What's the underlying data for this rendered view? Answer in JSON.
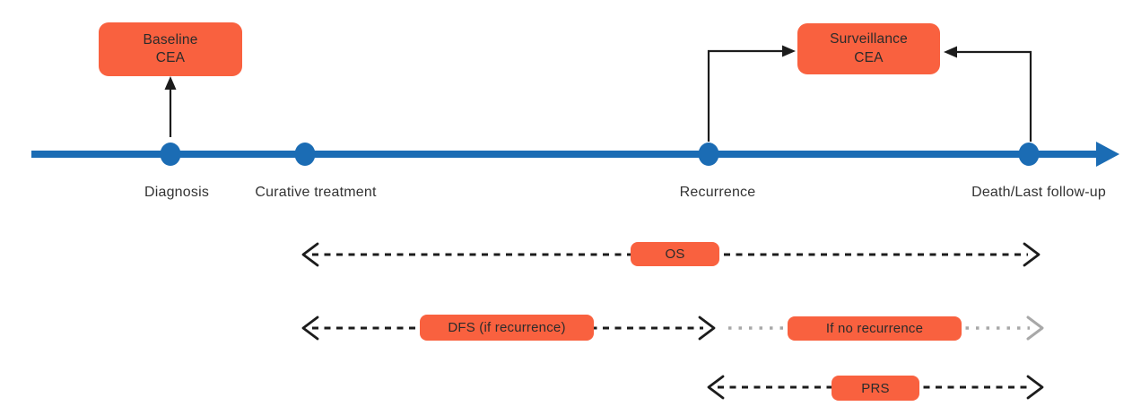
{
  "palette": {
    "timeline_blue": "#1B6CB4",
    "box_orange": "#F9613F",
    "arrow_black": "#1C1C1C",
    "dotted_gray": "#A8A8A8",
    "label_text": "#333333",
    "box_text": "#2B2B2B"
  },
  "timeline": {
    "events": [
      {
        "label": "Diagnosis"
      },
      {
        "label": "Curative treatment"
      },
      {
        "label": "Recurrence"
      },
      {
        "label": "Death/Last follow-up"
      }
    ]
  },
  "callouts": {
    "baseline_cea": {
      "line1": "Baseline",
      "line2": "CEA"
    },
    "surveillance_cea": {
      "line1": "Surveillance",
      "line2": "CEA"
    }
  },
  "intervals": {
    "os": {
      "label": "OS"
    },
    "dfs": {
      "label": "DFS (if recurrence)"
    },
    "no_recurrence": {
      "label": "If no recurrence"
    },
    "prs": {
      "label": "PRS"
    }
  }
}
